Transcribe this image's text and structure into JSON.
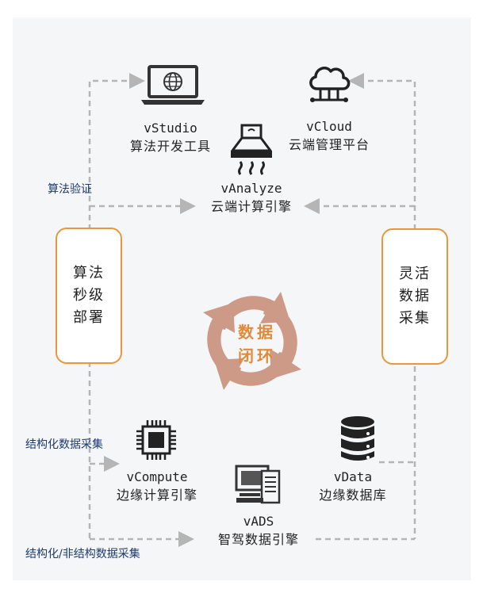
{
  "nodes": {
    "vstudio": {
      "en": "vStudio",
      "cn": "算法开发工具"
    },
    "vcloud": {
      "en": "vCloud",
      "cn": "云端管理平台"
    },
    "vanalyze": {
      "en": "vAnalyze",
      "cn": "云端计算引擎"
    },
    "vcompute": {
      "en": "vCompute",
      "cn": "边缘计算引擎"
    },
    "vdata": {
      "en": "vData",
      "cn": "边缘数据库"
    },
    "vads": {
      "en": "vADS",
      "cn": "智驾数据引擎"
    }
  },
  "side_boxes": {
    "left": "算法秒级部署",
    "right": "灵活数据采集"
  },
  "center": {
    "title": "数据闭环"
  },
  "edge_labels": {
    "algo_verify": "算法验证",
    "structured_collect": "结构化数据采集",
    "mixed_collect": "结构化/非结构数据采集"
  },
  "colors": {
    "accent": "#e9973f",
    "loop": "#c8917a",
    "dashed_line": "#aaaaaa",
    "edge_text": "#1e3a6b"
  },
  "icons": [
    "laptop-globe-icon",
    "cloud-network-icon",
    "range-hood-icon",
    "chip-icon",
    "database-icon",
    "monitor-document-icon",
    "refresh-cycle-icon"
  ]
}
